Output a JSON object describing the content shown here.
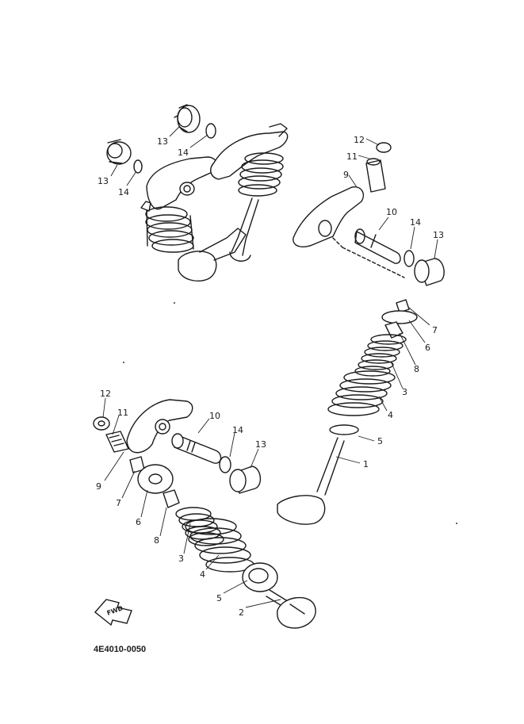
{
  "diagram_code": "4E4010-0050",
  "fwd_label": "FWD",
  "callouts": [
    {
      "id": "top-13a",
      "text": "13"
    },
    {
      "id": "top-14a",
      "text": "14"
    },
    {
      "id": "top-13b",
      "text": "13"
    },
    {
      "id": "top-14b",
      "text": "14"
    },
    {
      "id": "r-12",
      "text": "12"
    },
    {
      "id": "r-11",
      "text": "11"
    },
    {
      "id": "r-9",
      "text": "9"
    },
    {
      "id": "r-10",
      "text": "10"
    },
    {
      "id": "r-14",
      "text": "14"
    },
    {
      "id": "r-13",
      "text": "13"
    },
    {
      "id": "r-7",
      "text": "7"
    },
    {
      "id": "r-6",
      "text": "6"
    },
    {
      "id": "r-8",
      "text": "8"
    },
    {
      "id": "r-3",
      "text": "3"
    },
    {
      "id": "r-4",
      "text": "4"
    },
    {
      "id": "r-5",
      "text": "5"
    },
    {
      "id": "r-1",
      "text": "1"
    },
    {
      "id": "l-12",
      "text": "12"
    },
    {
      "id": "l-11",
      "text": "11"
    },
    {
      "id": "l-10",
      "text": "10"
    },
    {
      "id": "l-14",
      "text": "14"
    },
    {
      "id": "l-13",
      "text": "13"
    },
    {
      "id": "l-9",
      "text": "9"
    },
    {
      "id": "l-7",
      "text": "7"
    },
    {
      "id": "l-6",
      "text": "6"
    },
    {
      "id": "l-8",
      "text": "8"
    },
    {
      "id": "l-3",
      "text": "3"
    },
    {
      "id": "l-4",
      "text": "4"
    },
    {
      "id": "l-5",
      "text": "5"
    },
    {
      "id": "l-2",
      "text": "2"
    }
  ]
}
